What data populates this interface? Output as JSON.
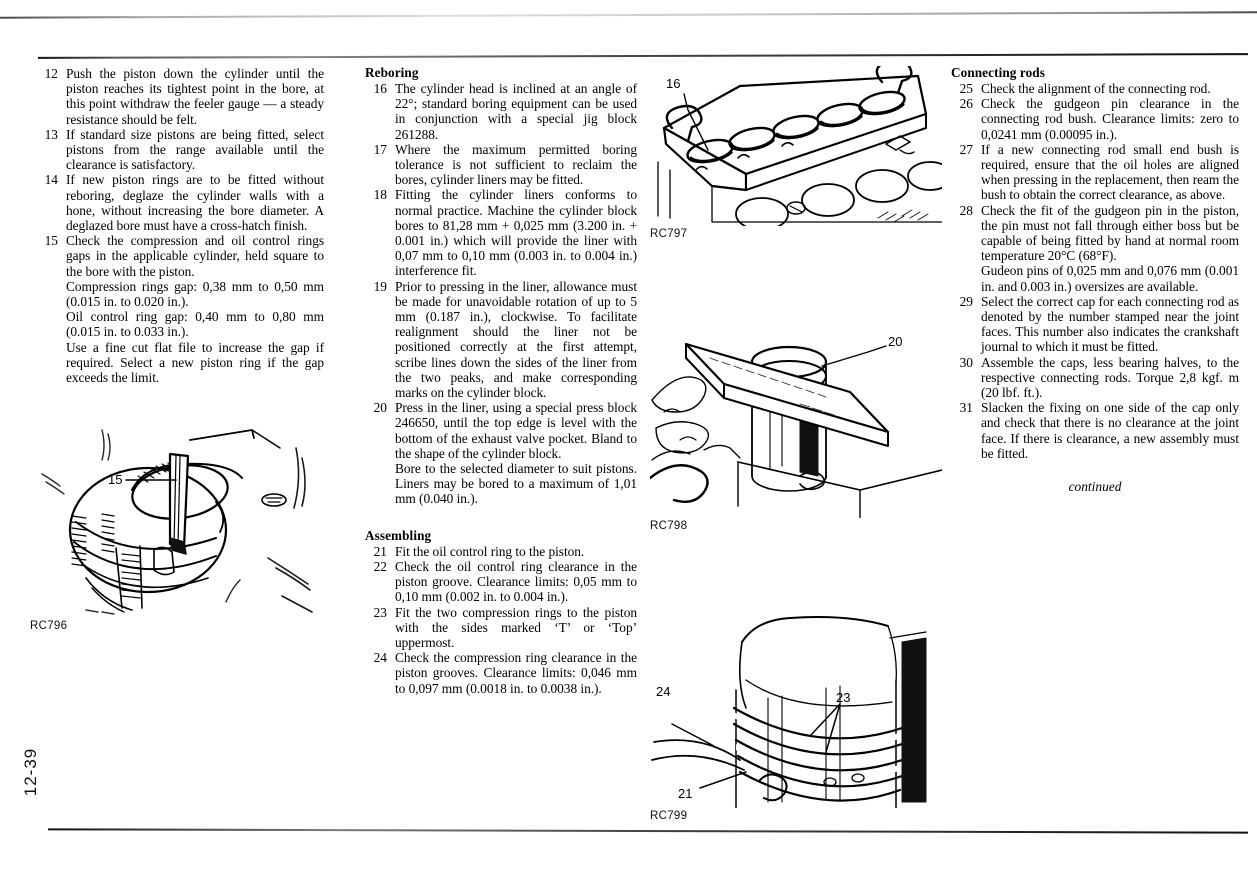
{
  "page": {
    "folio": "12-39",
    "continued_note": "continued"
  },
  "columns": {
    "col1": {
      "steps": [
        {
          "num": "12",
          "paras": [
            "Push the piston down the cylinder until the piston reaches its tightest point in the bore, at this point withdraw the feeler gauge — a steady resistance should be felt."
          ]
        },
        {
          "num": "13",
          "paras": [
            "If standard size pistons are being fitted, select pistons from the range available until the clearance is satisfactory."
          ]
        },
        {
          "num": "14",
          "paras": [
            "If new piston rings are to be fitted without reboring, deglaze the cylinder walls with a hone, without increasing the bore diameter. A deglazed bore must have a cross-hatch finish."
          ]
        },
        {
          "num": "15",
          "paras": [
            "Check the compression and oil control rings gaps in the applicable cylinder, held square to the bore with the piston.",
            "Compression rings gap: 0,38 mm to 0,50 mm (0.015 in. to 0.020 in.).",
            "Oil control ring gap: 0,40 mm to 0,80 mm (0.015 in. to 0.033 in.).",
            "Use a fine cut flat file to increase the gap if required. Select a new piston ring if the gap exceeds the limit."
          ]
        }
      ]
    },
    "col2": {
      "heading_reboring": "Reboring",
      "heading_assembling": "Assembling",
      "steps_reboring": [
        {
          "num": "16",
          "paras": [
            "The cylinder head is inclined at an angle of 22°; standard boring equipment can be used in conjunction with a special jig block 261288."
          ]
        },
        {
          "num": "17",
          "paras": [
            "Where the maximum permitted boring tolerance is not sufficient to reclaim the bores, cylinder liners may be fitted."
          ]
        },
        {
          "num": "18",
          "paras": [
            "Fitting the cylinder liners conforms to normal practice. Machine the cylinder block bores to 81,28 mm + 0,025 mm (3.200 in. + 0.001 in.) which will provide the liner with 0,07 mm to 0,10 mm (0.003 in. to 0.004 in.) interference fit."
          ]
        },
        {
          "num": "19",
          "paras": [
            "Prior to pressing in the liner, allowance must be made for unavoidable rotation of up to 5 mm (0.187 in.), clockwise. To facilitate realignment should the liner not be positioned correctly at the first attempt, scribe lines down the sides of the liner from the two peaks, and make corresponding marks on the cylinder block."
          ]
        },
        {
          "num": "20",
          "paras": [
            "Press in the liner, using a special press block 246650, until the top edge is level with the bottom of the exhaust valve pocket. Bland to the shape of the cylinder block.",
            "Bore to the selected diameter to suit pistons. Liners may be bored to a maximum of 1,01 mm (0.040 in.)."
          ]
        }
      ],
      "steps_assembling": [
        {
          "num": "21",
          "paras": [
            "Fit the oil control ring to the piston."
          ]
        },
        {
          "num": "22",
          "paras": [
            "Check the oil control ring clearance in the piston groove. Clearance limits: 0,05 mm to 0,10 mm (0.002 in. to 0.004 in.)."
          ]
        },
        {
          "num": "23",
          "paras": [
            "Fit the two compression rings to the piston with the sides marked ‘T’ or ‘Top’ uppermost."
          ]
        },
        {
          "num": "24",
          "paras": [
            "Check the compression ring clearance in the piston grooves. Clearance limits: 0,046 mm to 0,097 mm (0.0018 in. to 0.0038 in.)."
          ]
        }
      ]
    },
    "col4": {
      "heading_connecting_rods": "Connecting rods",
      "steps": [
        {
          "num": "25",
          "paras": [
            "Check the alignment of the connecting rod."
          ]
        },
        {
          "num": "26",
          "paras": [
            "Check the gudgeon pin clearance in the connecting rod bush. Clearance limits: zero to 0,0241 mm (0.00095 in.)."
          ]
        },
        {
          "num": "27",
          "paras": [
            "If a new connecting rod small end bush is required, ensure that the oil holes are aligned when pressing in the replacement, then ream the bush to obtain the correct clearance, as above."
          ]
        },
        {
          "num": "28",
          "paras": [
            "Check the fit of the gudgeon pin in the piston, the pin must not fall through either boss but be capable of being fitted by hand at normal room temperature 20°C (68°F).",
            "Gudeon pins of 0,025 mm and 0,076 mm (0.001 in. and 0.003 in.) oversizes are available."
          ]
        },
        {
          "num": "29",
          "paras": [
            "Select the correct cap for each connecting rod as denoted by the number stamped near the joint faces. This number also indicates the crankshaft journal to which it must be fitted."
          ]
        },
        {
          "num": "30",
          "paras": [
            "Assemble the caps, less bearing halves, to the respective connecting rods. Torque 2,8 kgf. m (20 lbf. ft.)."
          ]
        },
        {
          "num": "31",
          "paras": [
            "Slacken the fixing on one side of the cap only and check that there is no clearance at the joint face. If there is clearance, a new assembly must be fitted."
          ]
        }
      ]
    }
  },
  "figures": [
    {
      "id": "rc796",
      "caption": "RC796",
      "callouts": [
        "15"
      ],
      "description": "piston-in-bore-with-feeler-gauge"
    },
    {
      "id": "rc797",
      "caption": "RC797",
      "callouts": [
        "16"
      ],
      "description": "cylinder-block-boring-jig-block"
    },
    {
      "id": "rc798",
      "caption": "RC798",
      "callouts": [
        "20"
      ],
      "description": "liner-press-block-and-bar"
    },
    {
      "id": "rc799",
      "caption": "RC799",
      "callouts": [
        "24",
        "23",
        "21"
      ],
      "description": "piston-rings-fitted-to-piston"
    }
  ]
}
